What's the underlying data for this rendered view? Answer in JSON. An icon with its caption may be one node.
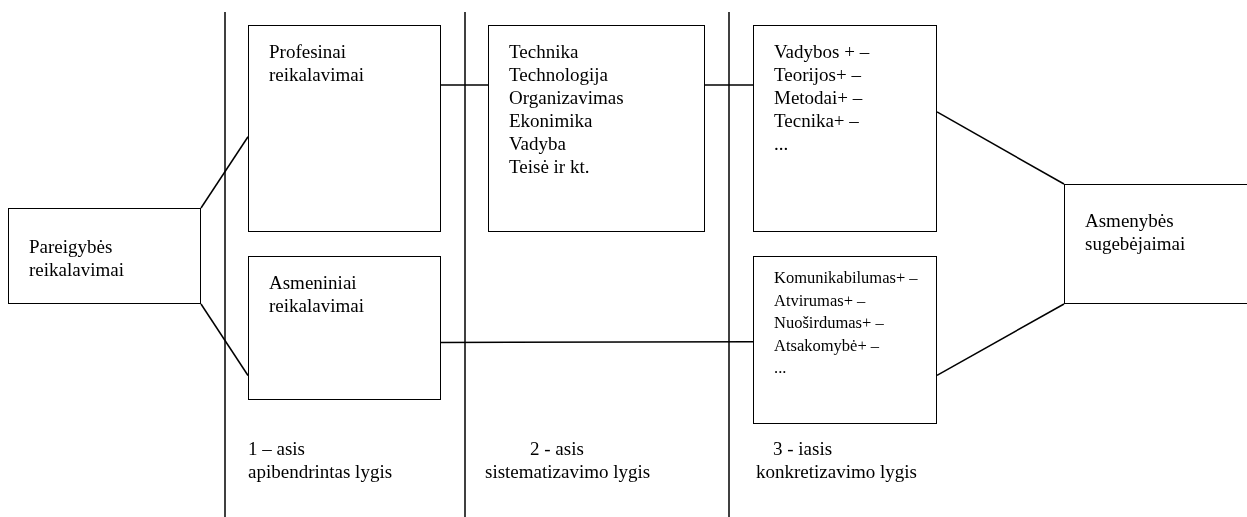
{
  "diagram": {
    "nodes": [
      {
        "text": [
          "Pareigybės reikalavimai"
        ]
      },
      {
        "text": [
          "Profesinai reikalavimai"
        ]
      },
      {
        "text": [
          "Asmeniniai reikalavimai"
        ]
      },
      {
        "text": [
          "Technika",
          "Technologija",
          "Organizavimas",
          "Ekonimika",
          "Vadyba",
          "Teisė ir kt."
        ]
      },
      {
        "text": [
          "Vadybos + –",
          "Teorijos+ –",
          "Metodai+ –",
          "Tecnika+ –",
          "..."
        ]
      },
      {
        "text": [
          "Komunikabilumas+ –",
          "Atvirumas+ –",
          "Nuoširdumas+ –",
          "Atsakomybė+ –",
          "..."
        ]
      },
      {
        "text": [
          "Asmenybės sugebėjaimai"
        ]
      }
    ],
    "edges": [
      {
        "from": 0,
        "to": 1,
        "arrow": "none"
      },
      {
        "from": 0,
        "to": 2,
        "arrow": "none"
      },
      {
        "from": 1,
        "to": 3,
        "arrow": "none"
      },
      {
        "from": 3,
        "to": 4,
        "arrow": "none"
      },
      {
        "from": 2,
        "to": 5,
        "arrow": "none"
      },
      {
        "from": 4,
        "to": 6,
        "arrow": "none"
      },
      {
        "from": 5,
        "to": 6,
        "arrow": "none"
      }
    ],
    "labels": [
      "1 – asis",
      "apibendrintas lygis",
      "2 - asis",
      "sistematizavimo lygis",
      "3 - iasis",
      "konkretizavimo lygis"
    ]
  }
}
